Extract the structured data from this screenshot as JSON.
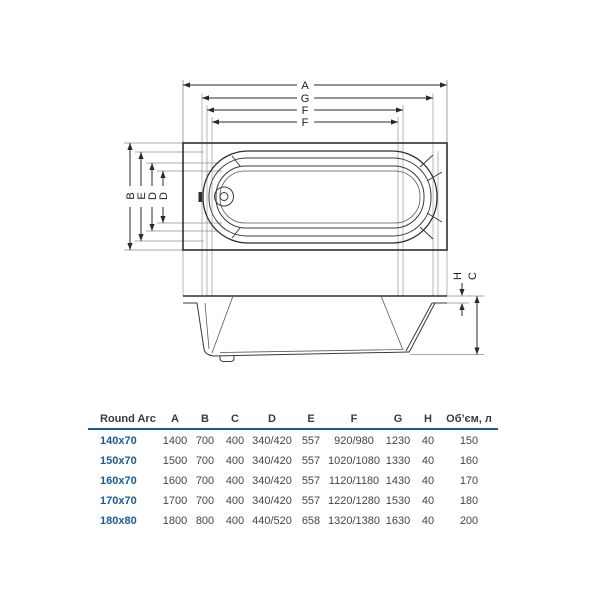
{
  "diagram": {
    "labels": {
      "A": "A",
      "G": "G",
      "F1": "F",
      "F2": "F",
      "B": "B",
      "E": "E",
      "D1": "D",
      "D2": "D",
      "H": "H",
      "C": "C"
    }
  },
  "table": {
    "header_label": "Round Arc",
    "columns": [
      "A",
      "B",
      "C",
      "D",
      "E",
      "F",
      "G",
      "H",
      "Об’єм, л"
    ],
    "rows": [
      {
        "label": "140x70",
        "values": [
          "1400",
          "700",
          "400",
          "340/420",
          "557",
          "920/980",
          "1230",
          "40",
          "150"
        ]
      },
      {
        "label": "150x70",
        "values": [
          "1500",
          "700",
          "400",
          "340/420",
          "557",
          "1020/1080",
          "1330",
          "40",
          "160"
        ]
      },
      {
        "label": "160x70",
        "values": [
          "1600",
          "700",
          "400",
          "340/420",
          "557",
          "1120/1180",
          "1430",
          "40",
          "170"
        ]
      },
      {
        "label": "170x70",
        "values": [
          "1700",
          "700",
          "400",
          "340/420",
          "557",
          "1220/1280",
          "1530",
          "40",
          "180"
        ]
      },
      {
        "label": "180x80",
        "values": [
          "1800",
          "800",
          "400",
          "440/520",
          "658",
          "1320/1380",
          "1630",
          "40",
          "200"
        ]
      }
    ],
    "accent_color": "#1a5c94",
    "line_color": "#2f2f2f"
  }
}
